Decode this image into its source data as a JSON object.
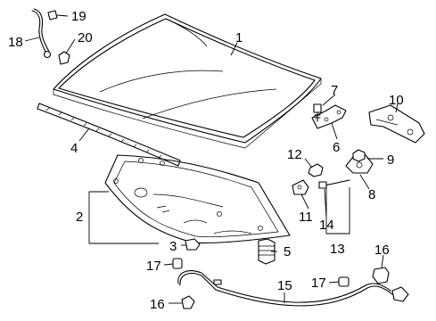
{
  "callouts": {
    "c1": "1",
    "c2": "2",
    "c3": "3",
    "c4": "4",
    "c5": "5",
    "c6": "6",
    "c7": "7",
    "c8": "8",
    "c9": "9",
    "c10": "10",
    "c11": "11",
    "c12": "12",
    "c13": "13",
    "c14": "14",
    "c15": "15",
    "c16a": "16",
    "c16b": "16",
    "c17a": "17",
    "c17b": "17",
    "c18": "18",
    "c19": "19",
    "c20": "20"
  }
}
